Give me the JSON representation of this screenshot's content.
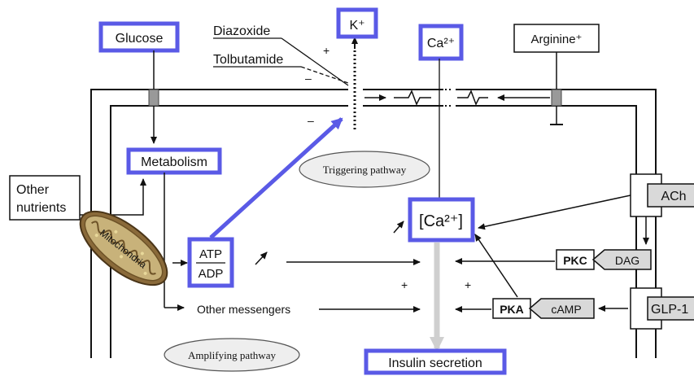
{
  "labels": {
    "glucose": "Glucose",
    "diazoxide": "Diazoxide",
    "tolbutamide": "Tolbutamide",
    "k_ion": "K⁺",
    "ca_ion": "Ca²⁺",
    "arginine": "Arginine⁺",
    "metabolism": "Metabolism",
    "triggering_pathway": "Triggering pathway",
    "other_nutrients_line1": "Other",
    "other_nutrients_line2": "nutrients",
    "mitochondria": "Mitochondria",
    "atp": "ATP",
    "adp": "ADP",
    "ca_concentration": "[Ca²⁺]",
    "ach": "ACh",
    "pkc": "PKC",
    "dag": "DAG",
    "pka": "PKA",
    "camp": "cAMP",
    "glp1": "GLP-1",
    "other_messengers": "Other messengers",
    "amplifying_pathway": "Amplifying pathway",
    "insulin_secretion": "Insulin secretion",
    "plus": "+",
    "minus": "–"
  },
  "colors": {
    "highlight": "#5a5ae6",
    "line": "#111111",
    "gray_box": "#d9d9d9",
    "ellipse_fill": "#eeeeee",
    "insulin_arrow": "#cfcfcf",
    "mito_fill": "#a2824c"
  }
}
